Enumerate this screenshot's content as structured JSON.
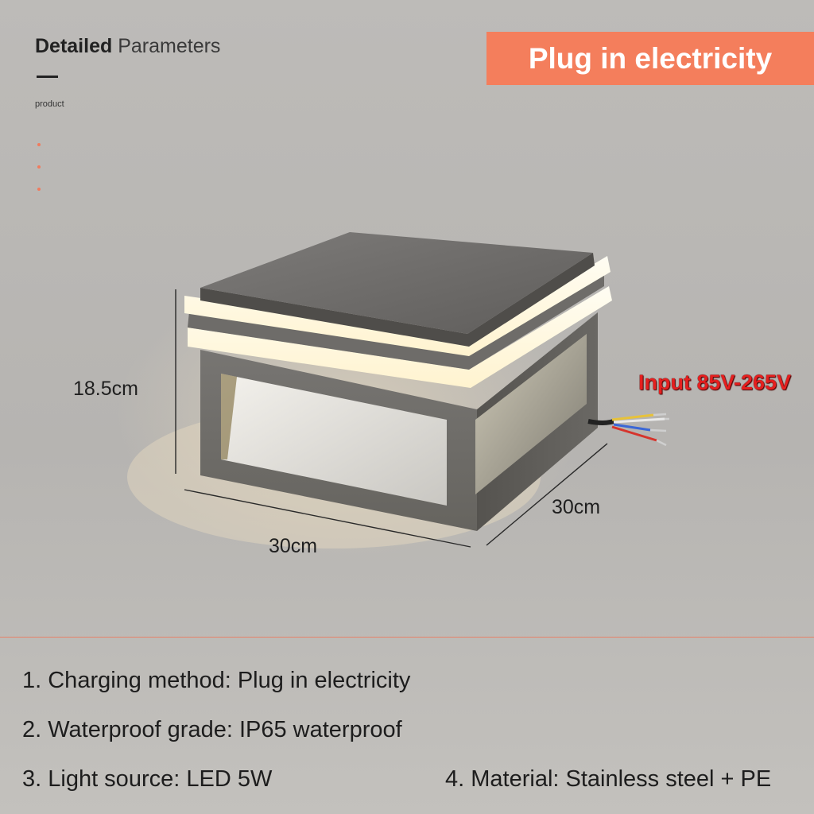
{
  "header": {
    "title_bold": "Detailed",
    "title_rest": "Parameters",
    "subtitle": "product"
  },
  "banner": {
    "text": "Plug in electricity"
  },
  "dimensions": {
    "height": "18.5cm",
    "width": "30cm",
    "depth": "30cm"
  },
  "input_label": "Input 85V-265V",
  "params": [
    "1. Charging method: Plug in electricity",
    "2. Waterproof grade: IP65 waterproof",
    "3. Light source: LED 5W",
    "4. Material: Stainless steel + PE"
  ],
  "colors": {
    "accent": "#f47e5c",
    "input_label": "#e51f1f",
    "background": "#b9b7b4"
  }
}
